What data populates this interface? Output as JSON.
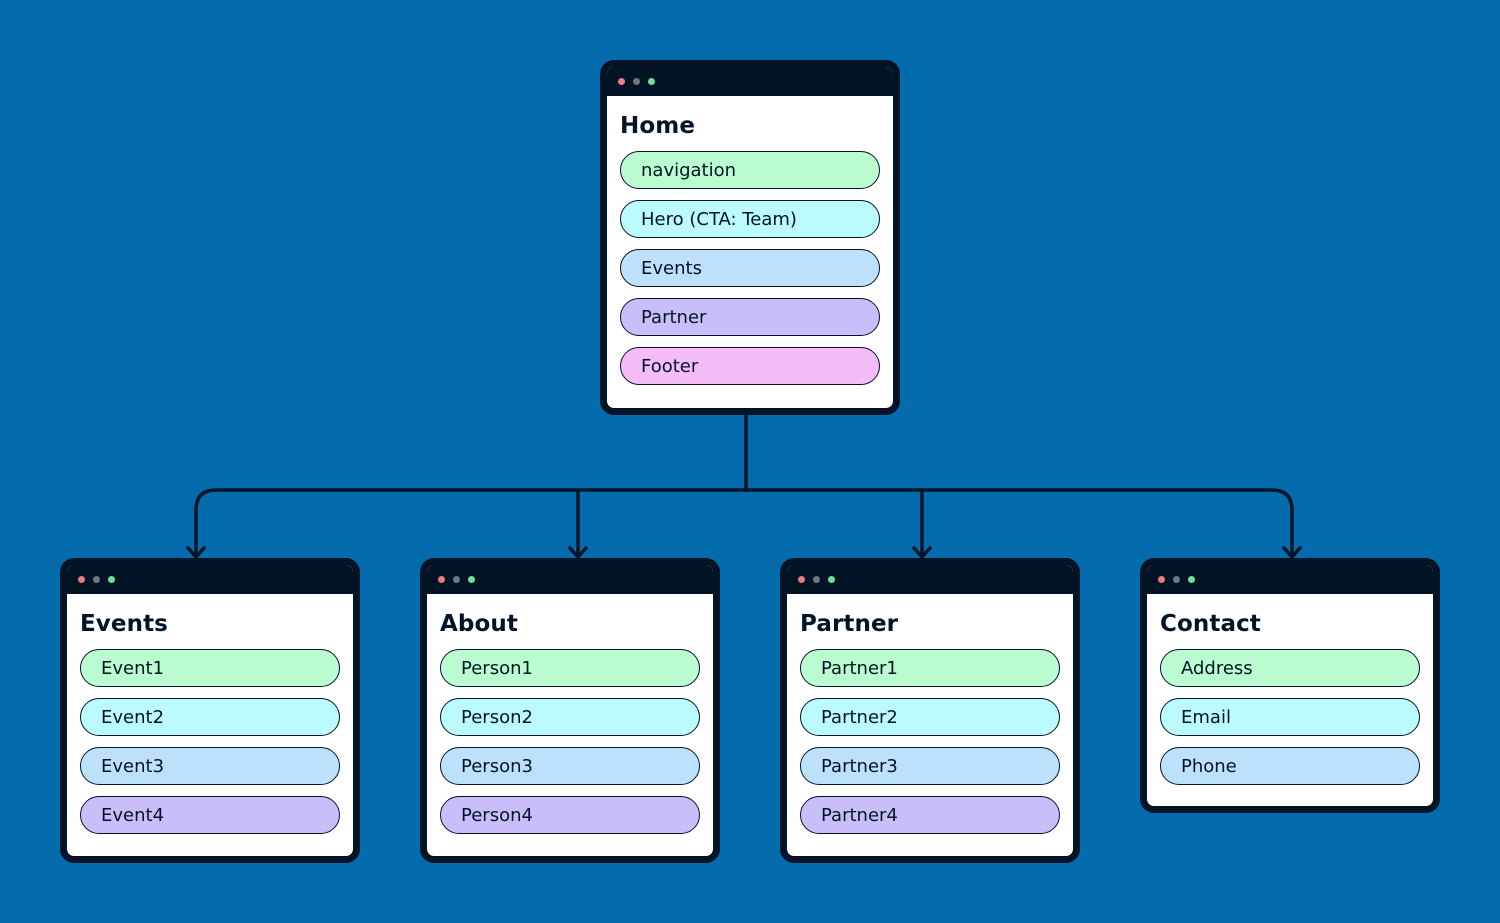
{
  "colors": {
    "background": "#046bad",
    "frame": "#031427",
    "pill_green": "#bbfbd0",
    "pill_cyan": "#bbfafd",
    "pill_blue": "#bee1fb",
    "pill_purple": "#c8bffa",
    "pill_pink": "#f5bcfa",
    "dot_red": "#f07a80",
    "dot_grey": "#6f7782",
    "dot_green": "#6ee29c"
  },
  "home": {
    "title": "Home",
    "items": [
      "navigation",
      "Hero (CTA: Team)",
      "Events",
      "Partner",
      "Footer"
    ]
  },
  "pages": [
    {
      "title": "Events",
      "items": [
        "Event1",
        "Event2",
        "Event3",
        "Event4"
      ]
    },
    {
      "title": "About",
      "items": [
        "Person1",
        "Person2",
        "Person3",
        "Person4"
      ]
    },
    {
      "title": "Partner",
      "items": [
        "Partner1",
        "Partner2",
        "Partner3",
        "Partner4"
      ]
    },
    {
      "title": "Contact",
      "items": [
        "Address",
        "Email",
        "Phone"
      ]
    }
  ]
}
